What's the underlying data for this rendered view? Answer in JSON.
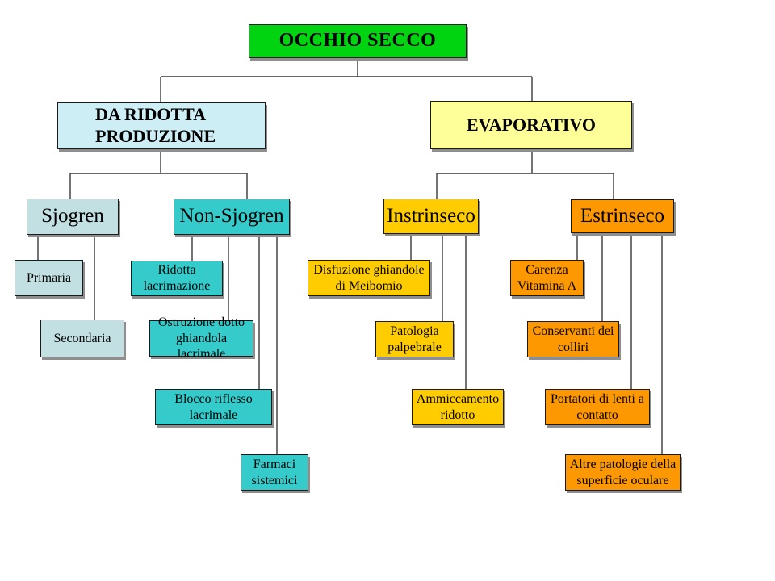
{
  "nodes": {
    "occhio_secco": "OCCHIO SECCO",
    "da_ridotta_produzione": "DA RIDOTTA PRODUZIONE",
    "evaporativo": "EVAPORATIVO",
    "sjogren": "Sjogren",
    "non_sjogren": "Non-Sjogren",
    "instrinseco": "Instrinseco",
    "estrinseco": "Estrinseco",
    "primaria": "Primaria",
    "secondaria": "Secondaria",
    "ridotta_lacrimazione": "Ridotta lacrimazione",
    "ostruzione_dotto": "Ostruzione dotto ghiandola lacrimale",
    "blocco_riflesso": "Blocco riflesso lacrimale",
    "farmaci_sistemici": "Farmaci sistemici",
    "disfuzione_ghiandole": "Disfuzione ghiandole di Meibomio",
    "patologia_palpebrale": "Patologia palpebrale",
    "ammiccamento_ridotto": "Ammiccamento ridotto",
    "carenza_vitamina_a": "Carenza Vitamina A",
    "conservanti_colliri": "Conservanti dei colliri",
    "portatori_lenti": "Portatori di lenti a contatto",
    "altre_patologie": "Altre patologie della superficie oculare"
  },
  "colors": {
    "green": "#00d411",
    "cyan": "#cdeef5",
    "yellow": "#ffff99",
    "paleblue": "#c2e0e2",
    "teal": "#35cbcb",
    "gold": "#ffcc00",
    "orange": "#fd9800",
    "line": "#383838",
    "border": "#1a1a1a"
  }
}
